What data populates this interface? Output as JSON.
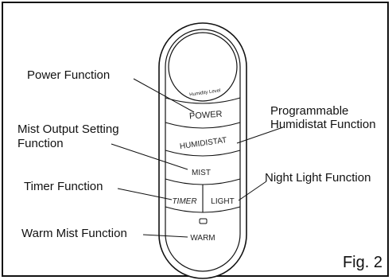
{
  "figure_label": "Fig. 2",
  "remote": {
    "display_label": "Humidity Level",
    "buttons": {
      "power": "POWER",
      "humidistat": "HUMIDISTAT",
      "mist": "MIST",
      "timer": "TIMER",
      "light": "LIGHT",
      "warm": "WARM"
    }
  },
  "callouts": {
    "power": "Power Function",
    "humidistat_line1": "Programmable",
    "humidistat_line2": "Humidistat Function",
    "mist_line1": "Mist Output Setting",
    "mist_line2": "Function",
    "timer": "Timer Function",
    "night_light": "Night Light Function",
    "warm_mist": "Warm Mist Function"
  }
}
